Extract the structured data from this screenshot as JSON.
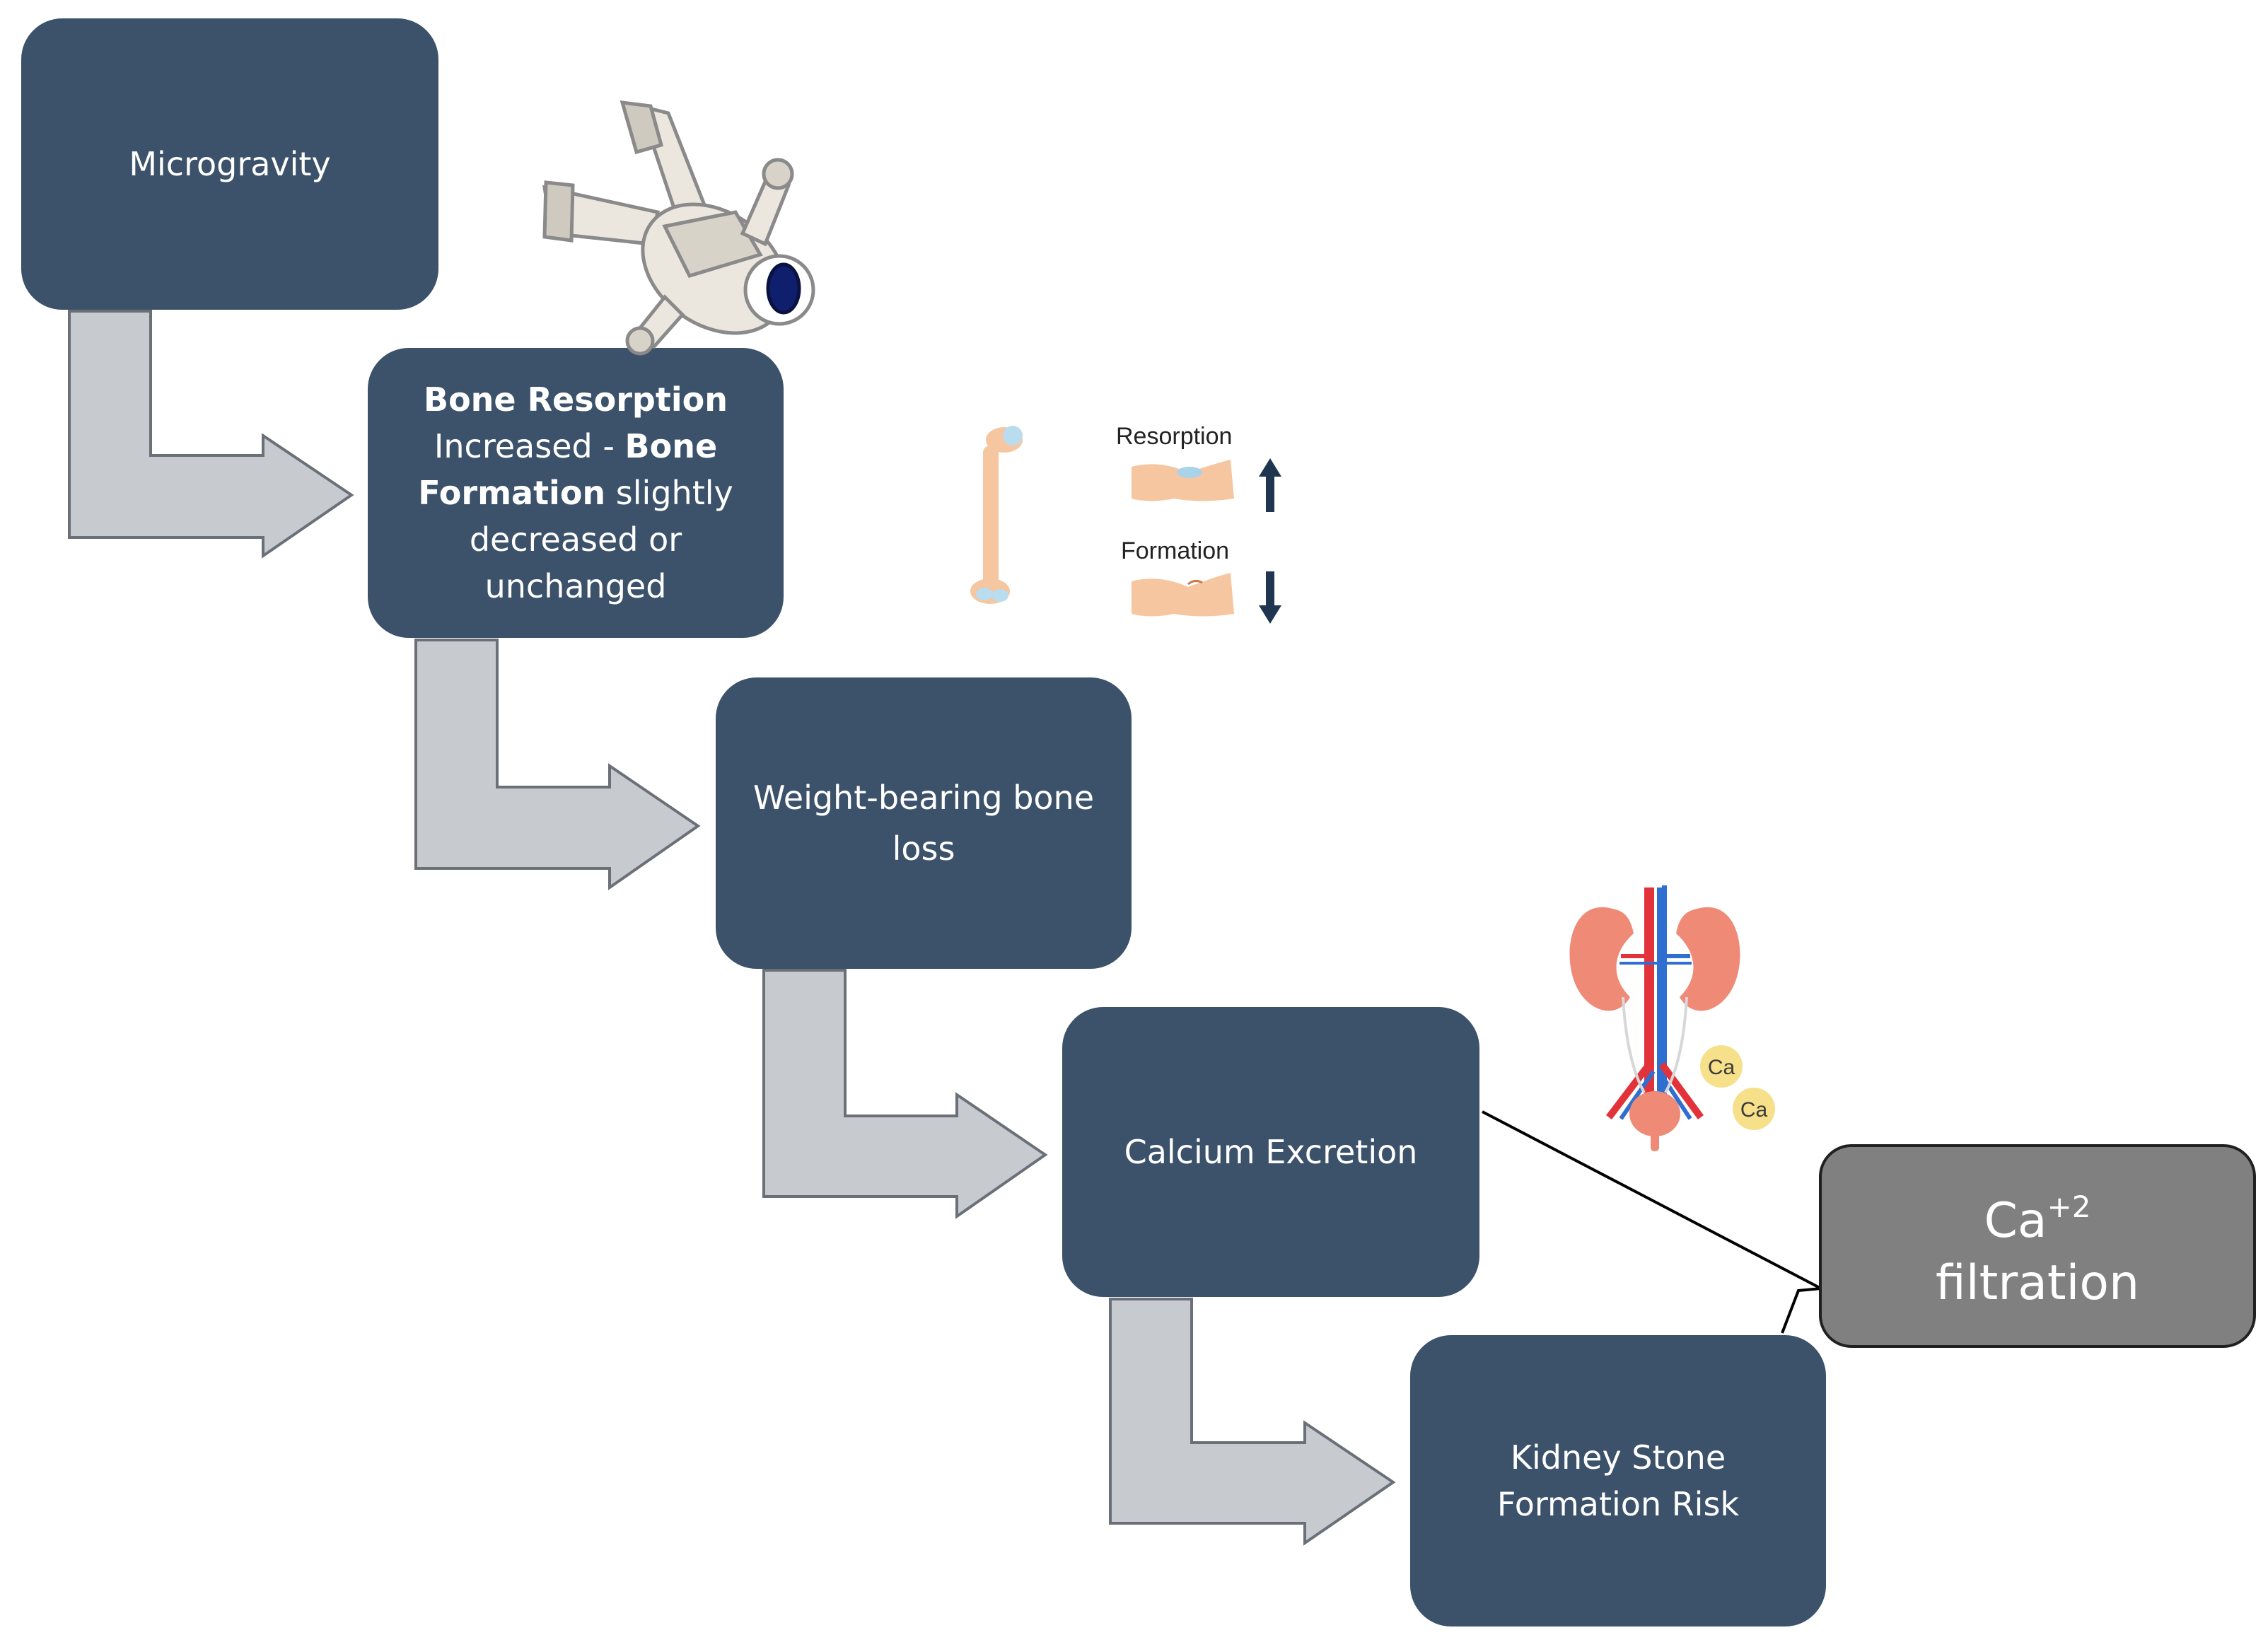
{
  "steps": [
    {
      "id": "microgravity",
      "text": "Microgravity"
    },
    {
      "id": "bone-resorption",
      "parts": [
        {
          "t": "Bone Resorption",
          "b": true
        },
        {
          "t": " Increased - ",
          "b": false
        },
        {
          "t": "Bone Formation",
          "b": true
        },
        {
          "t": " slightly decreased or unchanged",
          "b": false
        }
      ]
    },
    {
      "id": "weight-bearing",
      "text": "Weight-bearing bone loss"
    },
    {
      "id": "calcium-excretion",
      "text": "Calcium Excretion"
    },
    {
      "id": "kidney-stone",
      "text": "Kidney Stone Formation Risk"
    }
  ],
  "callout": {
    "ion": "Ca",
    "charge": "+2",
    "label": "filtration"
  },
  "bone_panel": {
    "resorption_label": "Resorption",
    "formation_label": "Formation",
    "resorption_trend": "increase",
    "formation_trend": "decrease"
  },
  "kidney_panel": {
    "ion_labels": [
      "Ca",
      "Ca"
    ]
  },
  "colors": {
    "step_box": "#3c526a",
    "arrow_fill": "#c7cbd0",
    "arrow_stroke": "#6b7078",
    "callout_fill": "#808080",
    "trend_arrow": "#1f3550"
  }
}
